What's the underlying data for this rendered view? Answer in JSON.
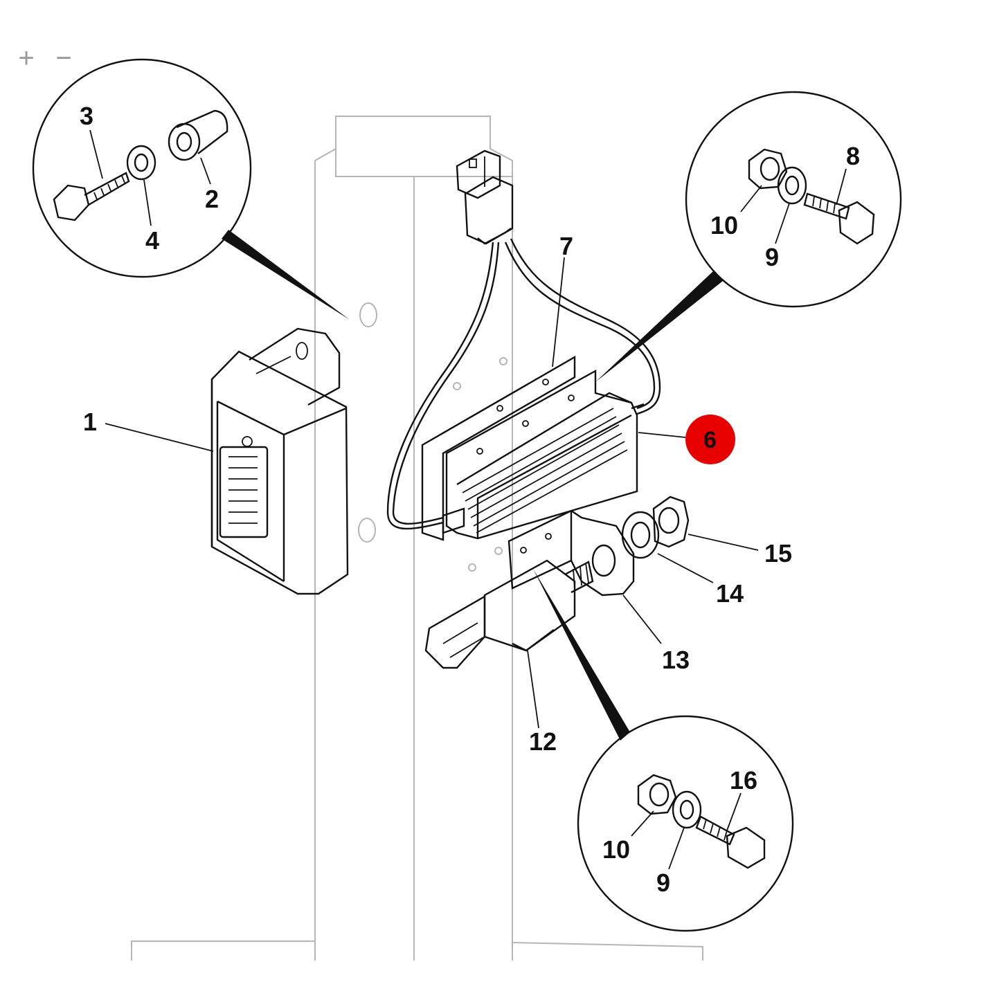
{
  "toolbar": {
    "zoom_in_label": "+",
    "zoom_out_label": "−"
  },
  "callouts": {
    "c1": "1",
    "c2": "2",
    "c3": "3",
    "c4": "4",
    "c6": "6",
    "c7": "7",
    "c8": "8",
    "c9a": "9",
    "c9b": "9",
    "c10a": "10",
    "c10b": "10",
    "c12": "12",
    "c13": "13",
    "c14": "14",
    "c15": "15",
    "c16": "16"
  },
  "colors": {
    "highlight": "#e60000",
    "line": "#111111",
    "frame": "#b5b5b5"
  },
  "selected_callout": "6"
}
